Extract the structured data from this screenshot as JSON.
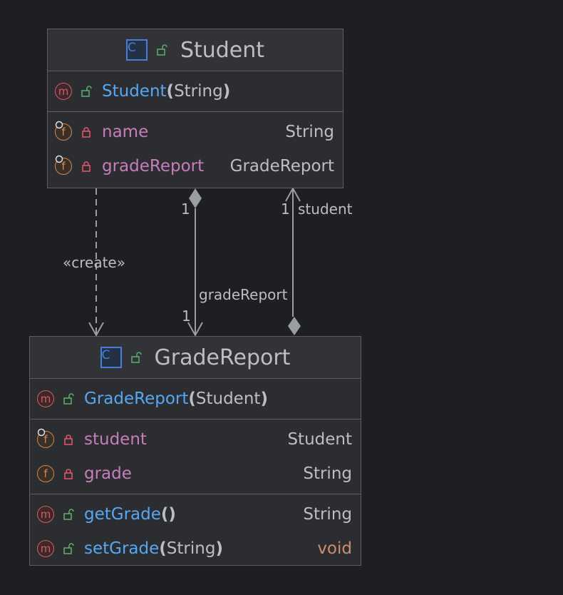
{
  "student_class": {
    "name": "Student",
    "members": [
      {
        "kind": "m",
        "name": "Student",
        "params": "String",
        "type": ""
      },
      {
        "kind": "f",
        "final": true,
        "name": "name",
        "type": "String"
      },
      {
        "kind": "f",
        "final": true,
        "name": "gradeReport",
        "type": "GradeReport"
      }
    ]
  },
  "gradereport_class": {
    "name": "GradeReport",
    "constructor": {
      "name": "GradeReport",
      "params": "Student"
    },
    "fields": [
      {
        "name": "student",
        "type": "Student",
        "final": true
      },
      {
        "name": "grade",
        "type": "String",
        "final": false
      }
    ],
    "methods": [
      {
        "name": "getGrade",
        "params": "",
        "type": "String"
      },
      {
        "name": "setGrade",
        "params": "String",
        "type": "void"
      }
    ]
  },
  "badges": {
    "class": "c",
    "method": "m",
    "field": "f"
  },
  "relations": {
    "create_label": "«create»",
    "composition_label": "gradeReport",
    "composition_mult_source": "1",
    "composition_mult_target": "1",
    "back_mult": "1",
    "back_role": "student"
  },
  "colors": {
    "background": "#1e1f22",
    "box": "#2b2d30",
    "method_name": "#56a8f5",
    "field_name": "#c77dbb",
    "void_type": "#cf8e6d",
    "public_lock": "#59a869",
    "private_lock": "#e05560"
  }
}
